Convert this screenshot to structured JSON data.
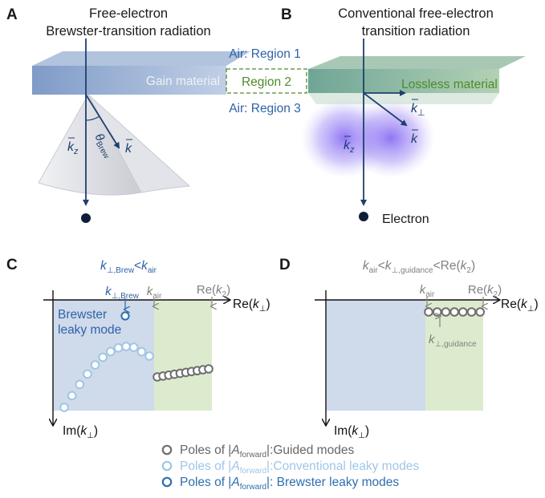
{
  "panels": {
    "A": {
      "letter": "A",
      "title_line1": "Free-electron",
      "title_line2": "Brewster-transition radiation",
      "slab_label": "Gain material",
      "kz_label": "k",
      "kz_sub": "z",
      "k_label": "k",
      "theta_label": "θ",
      "theta_sub": "Brew"
    },
    "B": {
      "letter": "B",
      "title_line1": "Conventional free-electron",
      "title_line2": "transition radiation",
      "slab_label": "Lossless material",
      "kperp_label": "k",
      "kperp_sub": "⊥",
      "k_label": "k",
      "kz_label": "k",
      "kz_sub": "z",
      "electron_label": "Electron"
    },
    "regions": {
      "region1": "Air: Region 1",
      "region2": "Region 2",
      "region3": "Air: Region 3"
    },
    "C": {
      "letter": "C",
      "condition": {
        "a": "k",
        "a_sub": "⊥,Brew",
        "op": "<",
        "b": "k",
        "b_sub": "air"
      },
      "kperp_brew": {
        "t": "k",
        "sub": "⊥,Brew"
      },
      "kair": {
        "t": "k",
        "sub": "air"
      },
      "rek2": {
        "pre": "Re(",
        "t": "k",
        "sub": "2",
        "post": ")"
      },
      "leaky_line1": "Brewster",
      "leaky_line2": "leaky mode",
      "x_axis": {
        "pre": "Re(",
        "t": "k",
        "sub": "⊥",
        "post": ")"
      },
      "y_axis": {
        "pre": "Im(",
        "t": "k",
        "sub": "⊥",
        "post": ")"
      }
    },
    "D": {
      "letter": "D",
      "condition": {
        "a": "k",
        "a_sub": "air",
        "op1": "<",
        "b": "k",
        "b_sub": "⊥,guidance",
        "op2": "<Re(",
        "c": "k",
        "c_sub": "2",
        "end": ")"
      },
      "kair": {
        "t": "k",
        "sub": "air"
      },
      "rek2": {
        "pre": "Re(",
        "t": "k",
        "sub": "2",
        "post": ")"
      },
      "kguid": {
        "t": "k",
        "sub": "⊥,guidance"
      },
      "x_axis": {
        "pre": "Re(",
        "t": "k",
        "sub": "⊥",
        "post": ")"
      },
      "y_axis": {
        "pre": "Im(",
        "t": "k",
        "sub": "⊥",
        "post": ")"
      }
    }
  },
  "legend": [
    {
      "prefix": "Poles of  |",
      "a": "A",
      "sub": "forward",
      "suffix": "|:Guided modes",
      "color": "#6e6e6e"
    },
    {
      "prefix": "Poles of  |",
      "a": "A",
      "sub": "forward",
      "suffix": "|:Conventional leaky modes",
      "color": "#9fc6e6"
    },
    {
      "prefix": "Poles of  |",
      "a": "A",
      "sub": "forward",
      "suffix": "|: Brewster leaky modes",
      "color": "#2e6fb0"
    }
  ],
  "colors": {
    "gain_slab": "#9bb2d3",
    "lossless_slab": "#8fb8a0",
    "arrow": "#1f3f6e",
    "region_blue": "#c7d3e8",
    "region_green": "#dcebcd",
    "glow": "#8a6cf0",
    "guided_pole": "#6e6e6e",
    "conventional_leaky_pole": "#9fc6e6",
    "brewster_leaky_pole": "#2e6fb0"
  },
  "poles": {
    "C_leaky_count": 12,
    "C_guided_count": 10,
    "D_guided_count": 7
  }
}
